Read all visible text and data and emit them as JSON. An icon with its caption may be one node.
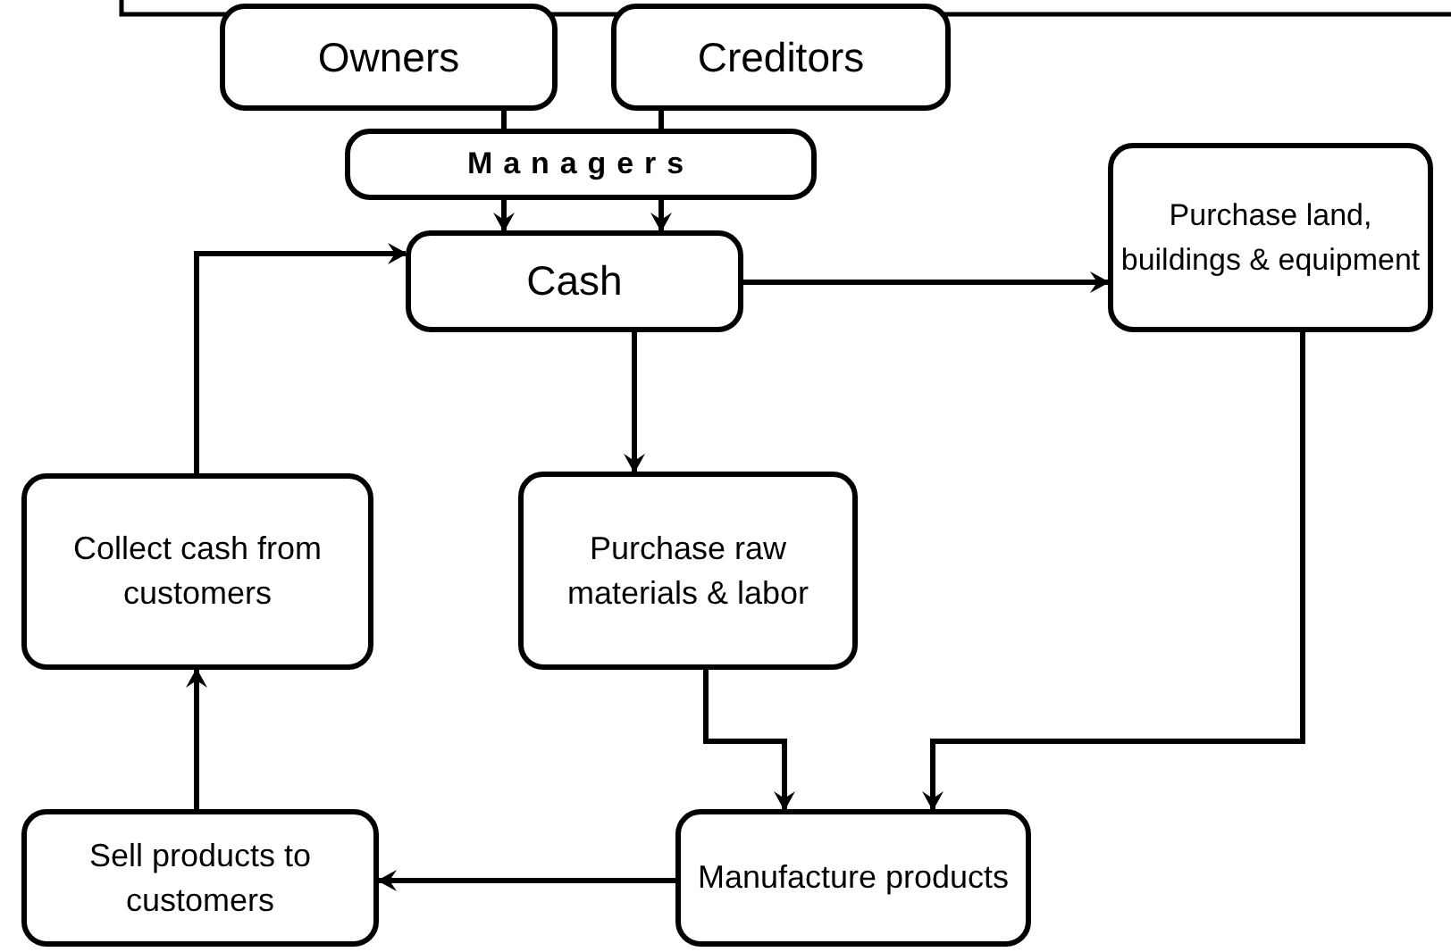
{
  "diagram": {
    "nodes": [
      {
        "text": [
          "Owners"
        ]
      },
      {
        "text": [
          "Creditors"
        ]
      },
      {
        "text": [
          "Managers"
        ]
      },
      {
        "text": [
          "Cash"
        ]
      },
      {
        "text": [
          "Purchase land, buildings & equipment"
        ]
      },
      {
        "text": [
          "Collect cash from customers"
        ]
      },
      {
        "text": [
          "Purchase raw materials & labor"
        ]
      },
      {
        "text": [
          "Sell products to customers"
        ]
      },
      {
        "text": [
          "Manufacture products"
        ]
      }
    ],
    "edges": [
      {
        "from": 0,
        "to": 2,
        "arrow": "none"
      },
      {
        "from": 1,
        "to": 2,
        "arrow": "none"
      },
      {
        "from": 2,
        "to": 3,
        "arrow": "to"
      },
      {
        "from": 2,
        "to": 3,
        "arrow": "to"
      },
      {
        "from": 3,
        "to": 4,
        "arrow": "to"
      },
      {
        "from": 3,
        "to": 6,
        "arrow": "to"
      },
      {
        "from": 5,
        "to": 3,
        "arrow": "to"
      },
      {
        "from": 6,
        "to": 8,
        "arrow": "to"
      },
      {
        "from": 4,
        "to": 8,
        "arrow": "to"
      },
      {
        "from": 8,
        "to": 7,
        "arrow": "to"
      },
      {
        "from": 7,
        "to": 5,
        "arrow": "to"
      }
    ]
  }
}
